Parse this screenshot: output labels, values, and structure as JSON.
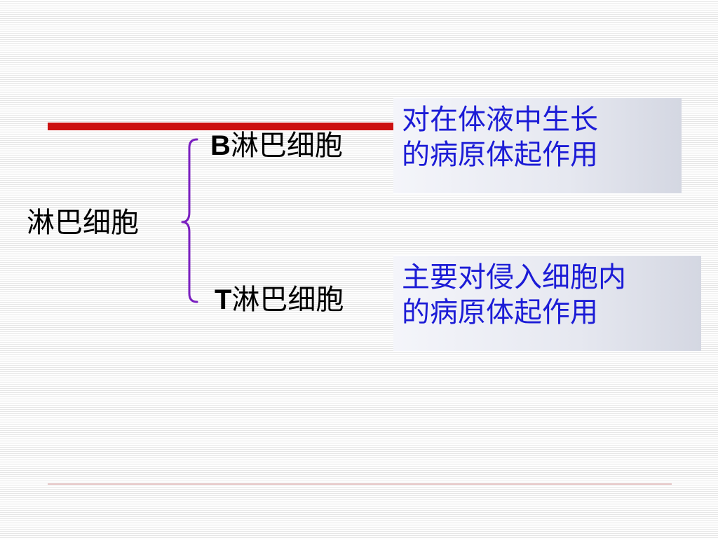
{
  "slide": {
    "main_label": "淋巴细胞",
    "branches": [
      {
        "letter": "B",
        "name": "淋巴细胞",
        "description_lines": [
          "对在体液中生长",
          "的病原体起作用"
        ]
      },
      {
        "letter": "T",
        "name": "淋巴细胞",
        "description_lines": [
          "主要对侵入细胞内",
          "的病原体起作用"
        ]
      }
    ]
  },
  "colors": {
    "title_bar": "#cc1111",
    "bracket": "#7a1fc0",
    "description_text": "#1c1cd6"
  },
  "icons": [
    "curly-brace"
  ]
}
